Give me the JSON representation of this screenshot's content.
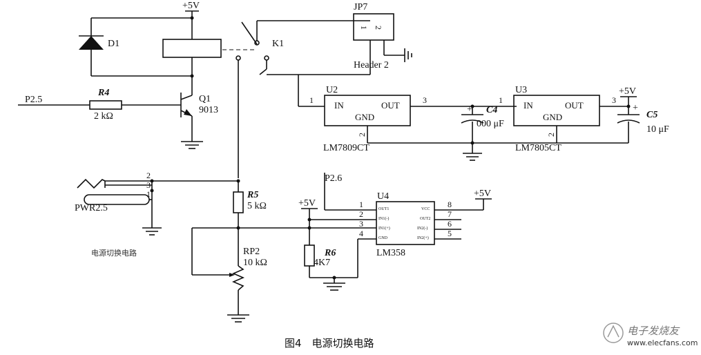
{
  "figure": {
    "caption": "图4　电源切换电路",
    "watermark": "电子发烧友",
    "watermark_url": "www.elecfans.com"
  },
  "labels": {
    "vcc_top": "+5V",
    "vcc_u3": "+5V",
    "vcc_u4_left": "+5V",
    "vcc_u4_right": "+5V",
    "d1": "D1",
    "k1": "K1",
    "jp7": "JP7",
    "jp7_pin1": "1",
    "jp7_pin2": "2",
    "header": "Header 2",
    "p25": "P2.5",
    "r4": "R4",
    "r4_val": "2 kΩ",
    "q1": "Q1",
    "q1_val": "9013",
    "u2": "U2",
    "u2_in": "IN",
    "u2_out": "OUT",
    "u2_gnd": "GND",
    "u2_part": "LM7809CT",
    "u2_pin1": "1",
    "u2_pin2": "2",
    "u2_pin3": "3",
    "c4": "C4",
    "c4_val": "000 μF",
    "u3": "U3",
    "u3_in": "IN",
    "u3_out": "OUT",
    "u3_gnd": "GND",
    "u3_part": "LM7805CT",
    "u3_pin1": "1",
    "u3_pin2": "2",
    "u3_pin3": "3",
    "c5": "C5",
    "c5_val": "10 μF",
    "p26": "P2.6",
    "u4": "U4",
    "u4_part": "LM358",
    "u4_l1": "OUT1",
    "u4_l2": "IN1(-)",
    "u4_l3": "IN1(+)",
    "u4_l4": "GND",
    "u4_r1": "VCC",
    "u4_r2": "OUT2",
    "u4_r3": "IN2(-)",
    "u4_r4": "IN2(+)",
    "u4_p1": "1",
    "u4_p2": "2",
    "u4_p3": "3",
    "u4_p4": "4",
    "u4_p5": "5",
    "u4_p6": "6",
    "u4_p7": "7",
    "u4_p8": "8",
    "jack_p1": "1",
    "jack_p2": "2",
    "jack_p3": "3",
    "pwr": "PWR2.5",
    "circuit_note": "电源切换电路",
    "r5": "R5",
    "r5_val": "5 kΩ",
    "rp2": "RP2",
    "rp2_val": "10 kΩ",
    "r6": "R6",
    "r6_val": "4K7"
  }
}
